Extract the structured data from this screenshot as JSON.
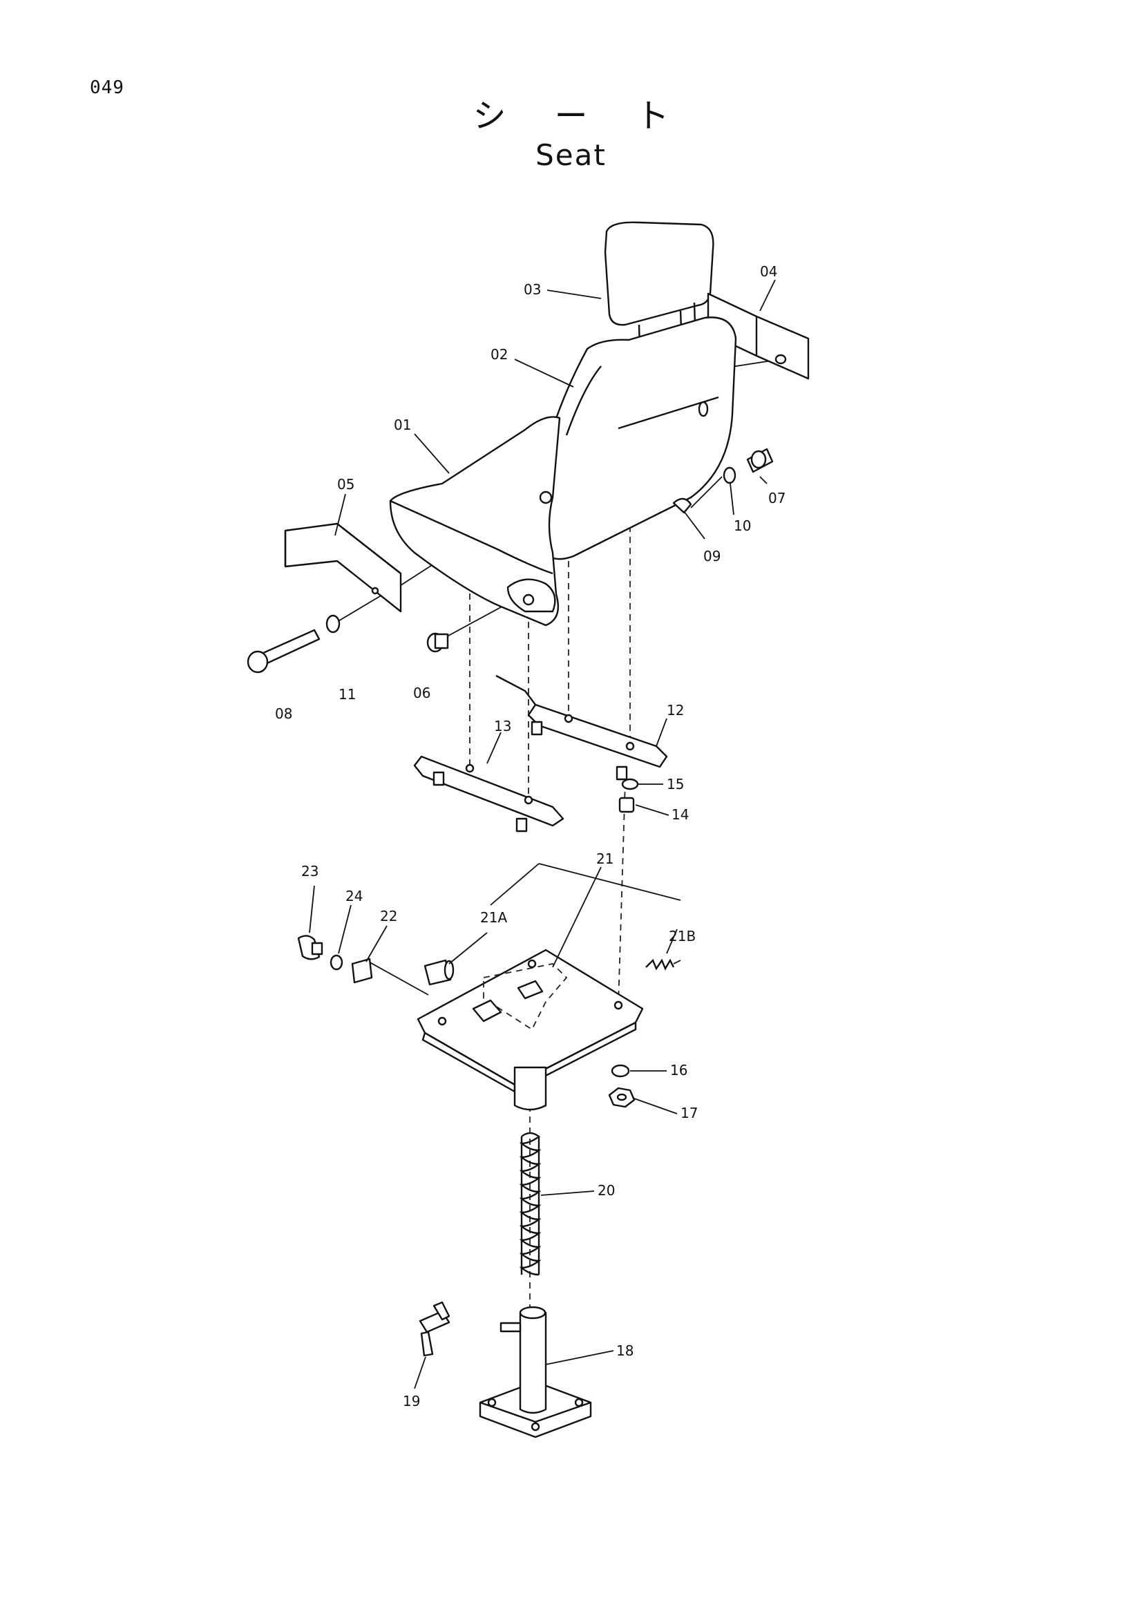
{
  "page_number": "049",
  "title_jp": "シート",
  "title_en": "Seat",
  "callouts": [
    "01",
    "02",
    "03",
    "04",
    "05",
    "06",
    "07",
    "08",
    "09",
    "10",
    "11",
    "12",
    "13",
    "14",
    "15",
    "16",
    "17",
    "18",
    "19",
    "20",
    "21",
    "21A",
    "21B",
    "22",
    "23",
    "24"
  ]
}
